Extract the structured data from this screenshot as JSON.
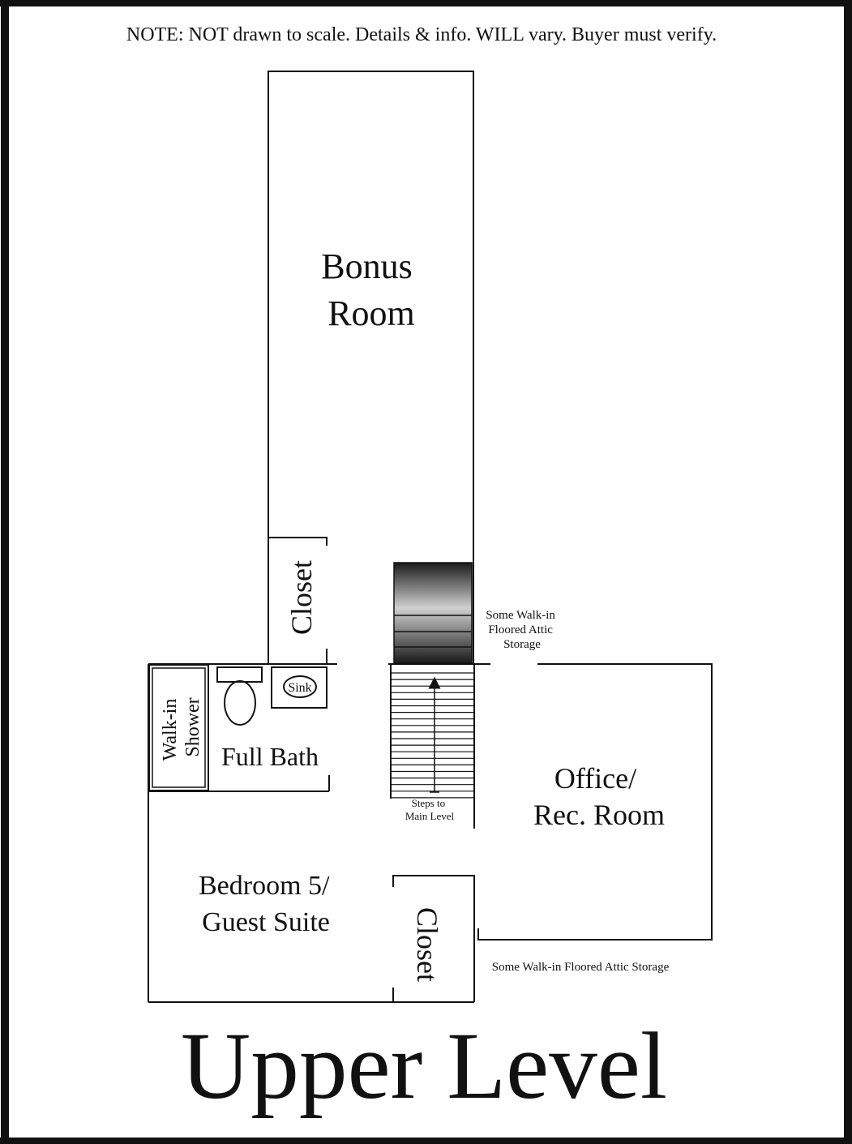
{
  "note": "NOTE: NOT drawn to scale.  Details & info. WILL vary. Buyer must verify.",
  "title": "Upper Level",
  "rooms": {
    "bonus": [
      "Bonus",
      "Room"
    ],
    "closet_upper": "Closet",
    "sink": "Sink",
    "shower": [
      "Walk-in",
      "Shower"
    ],
    "full_bath": "Full Bath",
    "steps": [
      "Steps to",
      "Main Level"
    ],
    "attic_upper": [
      "Some Walk-in",
      "Floored Attic",
      "Storage"
    ],
    "office": [
      "Office/",
      "Rec. Room"
    ],
    "bedroom": [
      "Bedroom 5/",
      "Guest Suite"
    ],
    "closet_lower": "Closet",
    "attic_lower": "Some Walk-in Floored Attic Storage"
  },
  "colors": {
    "line": "#111111",
    "background": "#ffffff"
  }
}
